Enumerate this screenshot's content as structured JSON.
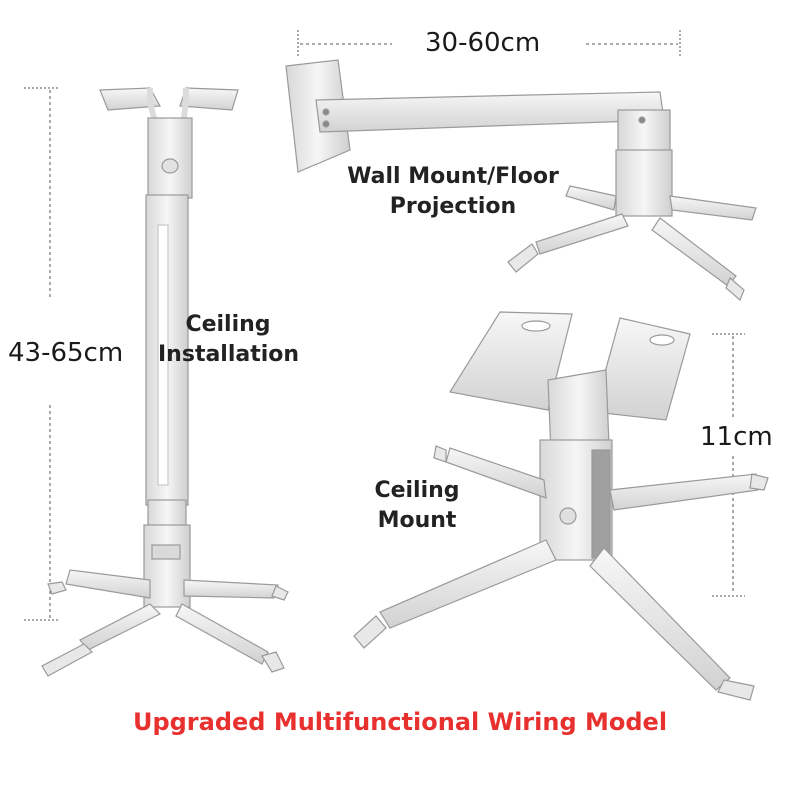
{
  "dimensions": {
    "arm_length": "30-60cm",
    "pole_length": "43-65cm",
    "mount_height": "11cm"
  },
  "labels": {
    "wall_mount_line1": "Wall Mount/Floor",
    "wall_mount_line2": "Projection",
    "ceiling_install_line1": "Ceiling",
    "ceiling_install_line2": "Installation",
    "ceiling_mount_line1": "Ceiling",
    "ceiling_mount_line2": "Mount"
  },
  "caption": "Upgraded Multifunctional Wiring Model",
  "colors": {
    "metal": "#eeeeee",
    "metal_shadow": "#cfcfcf",
    "outline": "#9a9a9a",
    "caption": "#e8312f"
  }
}
